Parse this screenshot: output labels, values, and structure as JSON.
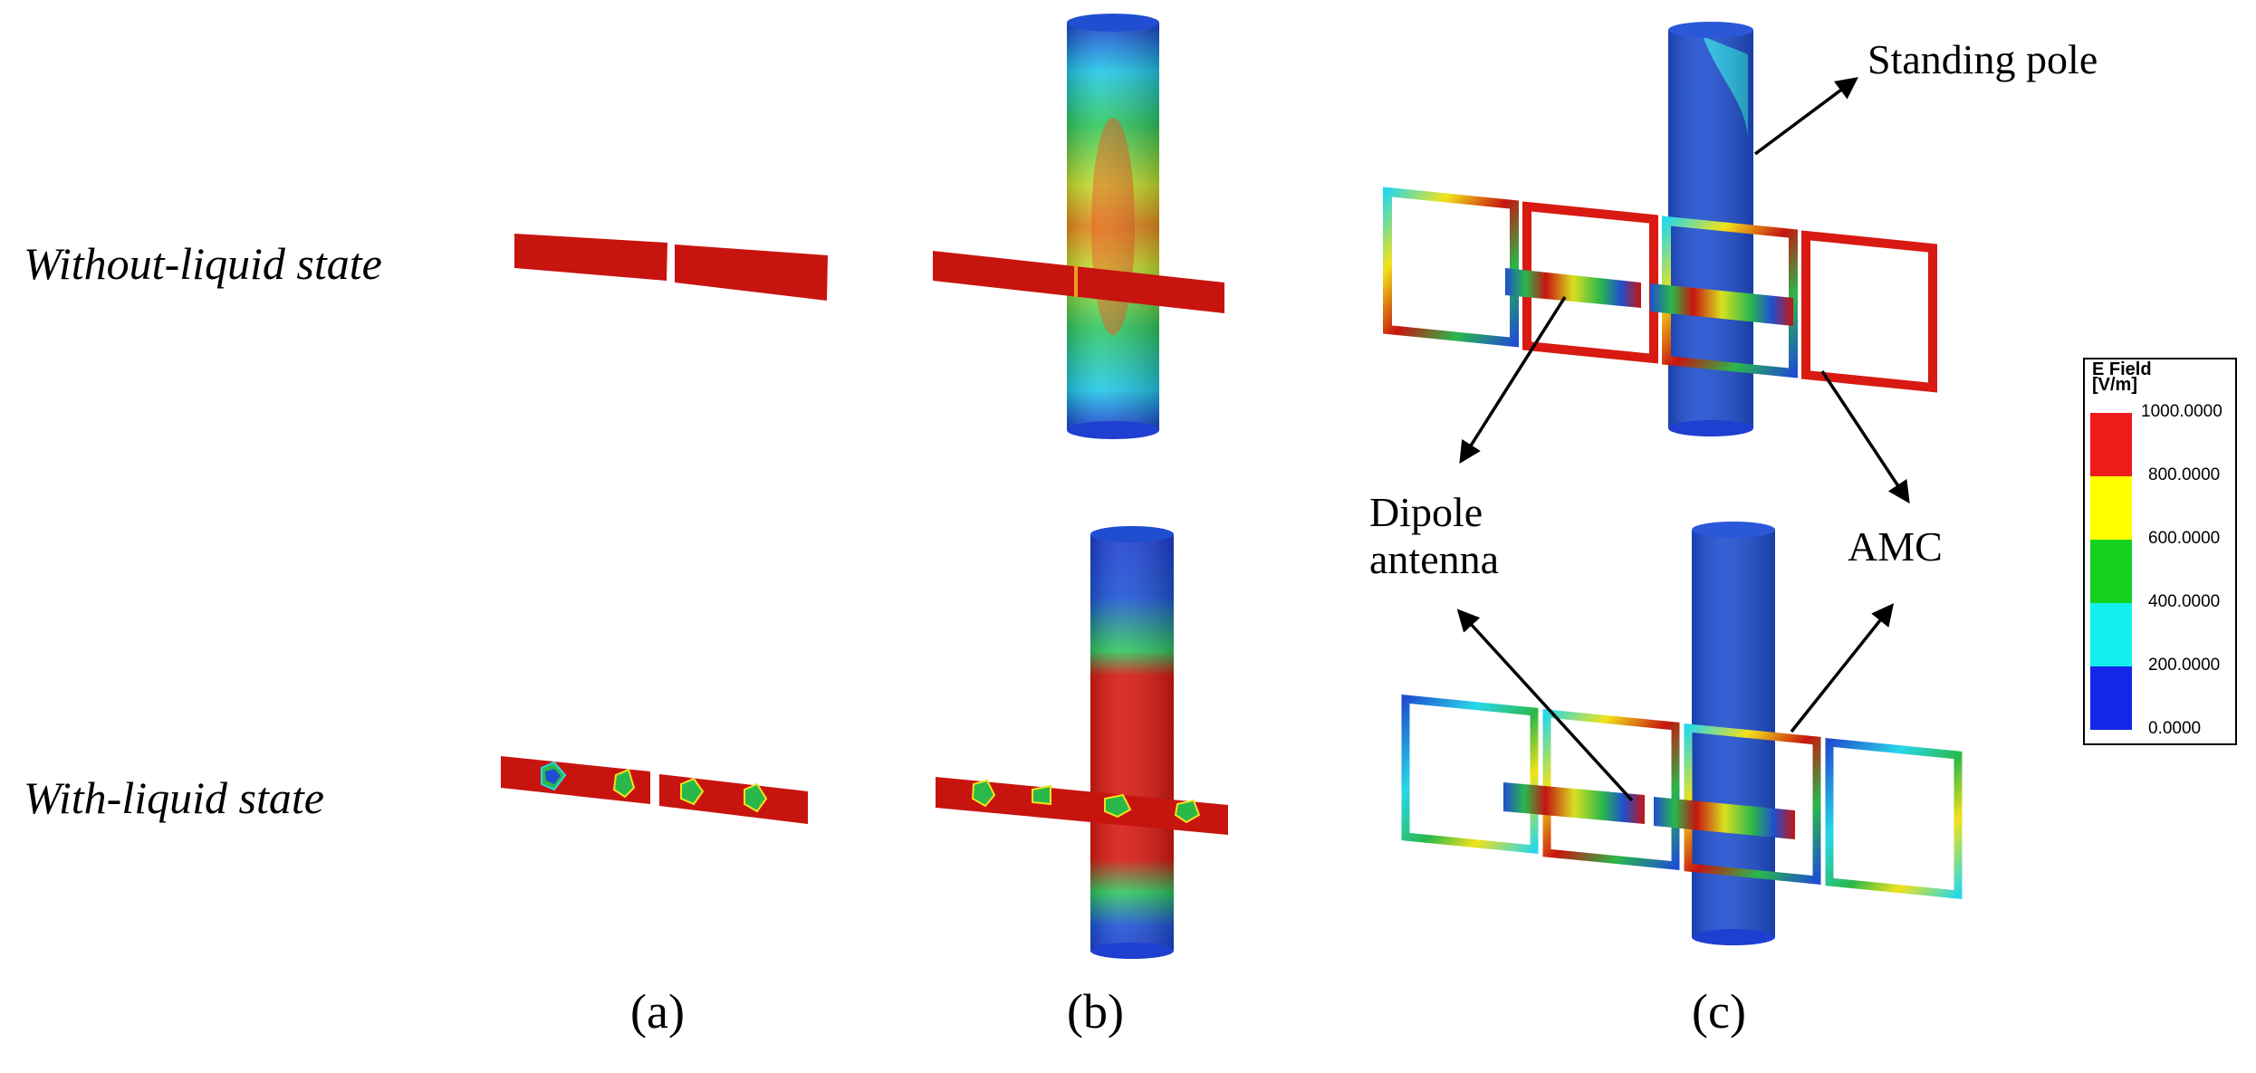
{
  "row_labels": {
    "without": "Without-liquid state",
    "with": "With-liquid state"
  },
  "panel_labels": [
    "(a)",
    "(b)",
    "(c)"
  ],
  "callouts": {
    "standing_pole": "Standing pole",
    "dipole_line1": "Dipole",
    "dipole_line2": "antenna",
    "amc": "AMC"
  },
  "legend": {
    "title_line1": "E Field",
    "title_line2": "[V/m]",
    "ticks": [
      "1000.0000",
      "800.0000",
      "600.0000",
      "400.0000",
      "200.0000",
      "0.0000"
    ],
    "band_colors": [
      "#ee1b1b",
      "#ffff00",
      "#14d21e",
      "#14f0f0",
      "#1426e6"
    ]
  },
  "colors": {
    "red": "#c8140f",
    "blue": "#1f4fd0",
    "green": "#2ab84a",
    "yellow": "#f2e21a",
    "cyan": "#28d8e8"
  }
}
